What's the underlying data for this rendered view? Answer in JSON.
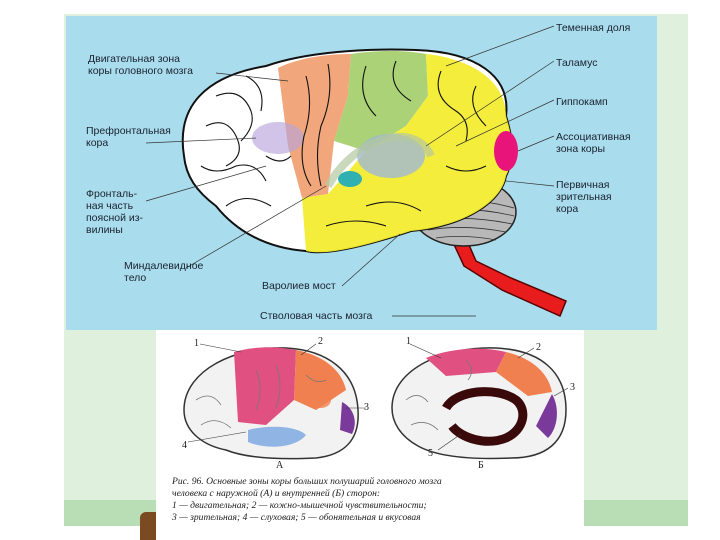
{
  "labels": {
    "motor": "Двигательная зона\nкоры головного мозга",
    "prefrontal": "Префронтальная\nкора",
    "cingulate": "Фронталь-\nная часть\nпоясной из-\nвилины",
    "amygdala": "Миндалевидное\nтело",
    "pons": "Варолиев мост",
    "stem": "Стволовая часть мозга",
    "parietal": "Теменная доля",
    "thalamus": "Таламус",
    "hippocampus": "Гиппокамп",
    "assoc": "Ассоциативная\nзона коры",
    "visual": "Первичная\nзрительная\nкора"
  },
  "figure": {
    "numbers": [
      "1",
      "2",
      "3",
      "4",
      "5"
    ],
    "view_a": "А",
    "view_b": "Б",
    "caption_lines": [
      "Рис. 96. Основные зоны коры больших полушарий головного мозга",
      "человека с наружной (А) и внутренней (Б) сторон:",
      "1 — двигательная; 2 — кожно-мышечной чувствительности;",
      "3 — зрительная; 4 — слуховая; 5 — обонятельная и вкусовая"
    ]
  },
  "colors": {
    "background_top": "#a9dcec",
    "motor": "#f0a070",
    "parietal": "#a8d070",
    "occipital": "#f4ec30",
    "assoc": "#e8147a",
    "stem": "#e81c1c"
  }
}
